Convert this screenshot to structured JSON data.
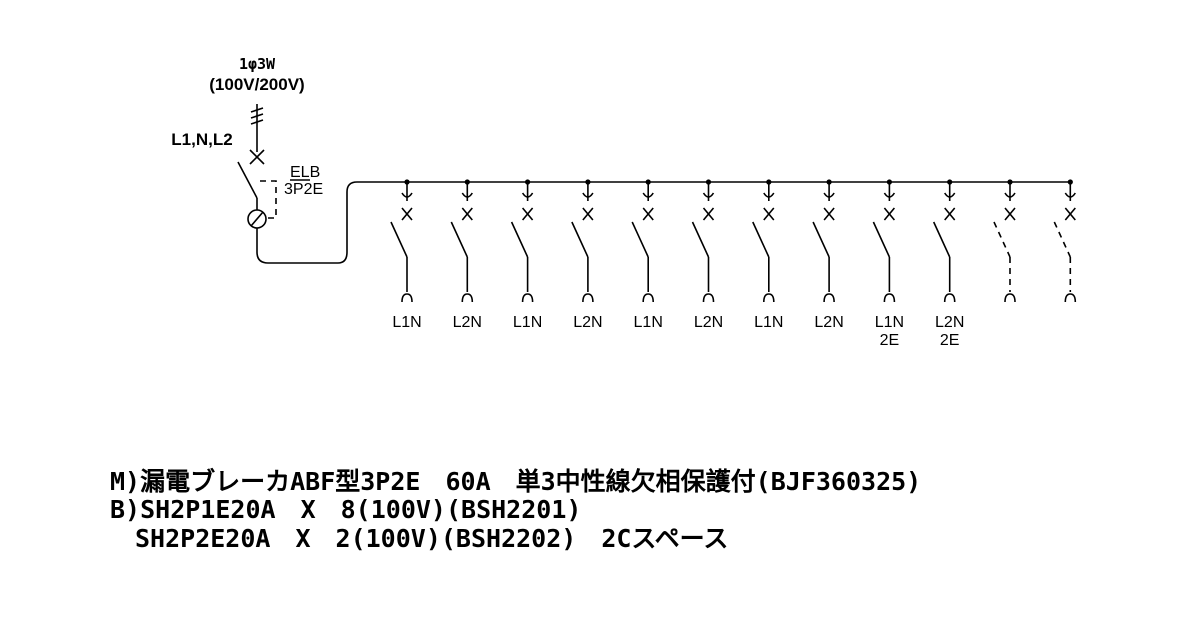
{
  "supply": {
    "system": "1φ3W",
    "voltage": "(100V/200V)",
    "lines": "L1,N,L2"
  },
  "main_breaker": {
    "label": "ELB",
    "poles": "3P2E"
  },
  "circuits": [
    {
      "line1": "L1N",
      "line2": "",
      "spare": false
    },
    {
      "line1": "L2N",
      "line2": "",
      "spare": false
    },
    {
      "line1": "L1N",
      "line2": "",
      "spare": false
    },
    {
      "line1": "L2N",
      "line2": "",
      "spare": false
    },
    {
      "line1": "L1N",
      "line2": "",
      "spare": false
    },
    {
      "line1": "L2N",
      "line2": "",
      "spare": false
    },
    {
      "line1": "L1N",
      "line2": "",
      "spare": false
    },
    {
      "line1": "L2N",
      "line2": "",
      "spare": false
    },
    {
      "line1": "L1N",
      "line2": "2E",
      "spare": false
    },
    {
      "line1": "L2N",
      "line2": "2E",
      "spare": false
    },
    {
      "line1": "",
      "line2": "",
      "spare": true
    },
    {
      "line1": "",
      "line2": "",
      "spare": true
    }
  ],
  "notes": {
    "line1": "M)漏電ブレーカABF型3P2E　60A　単3中性線欠相保護付(BJF360325)",
    "line2": "B)SH2P1E20A　X　8(100V)(BSH2201)",
    "line3": "　SH2P2E20A　X　2(100V)(BSH2202)　2Cスペース"
  }
}
